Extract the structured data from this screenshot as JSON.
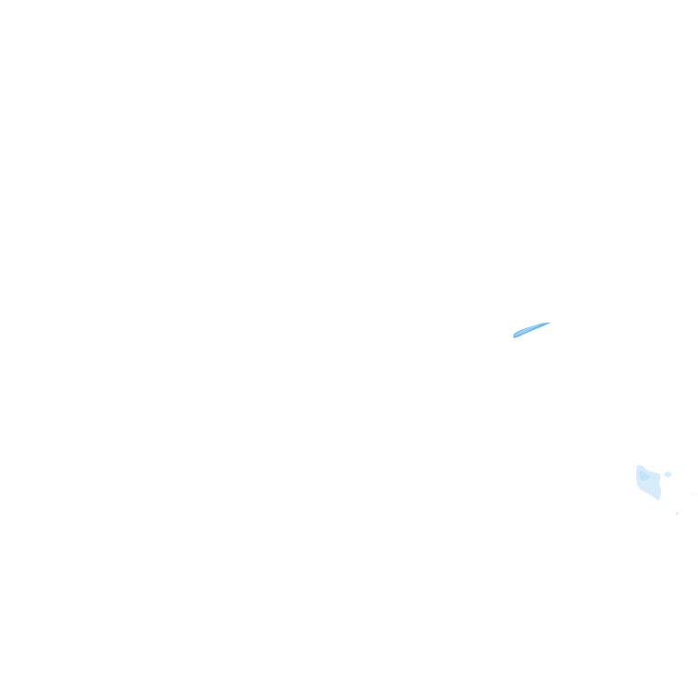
{
  "map": {
    "type": "radar-overlay",
    "background_color": "#ffffff",
    "precipitation_colors": {
      "light": "#d6ecfb",
      "medium": "#a3d4f7",
      "heavy": "#6cb8ef"
    },
    "features": [
      {
        "name": "rain-streak-center",
        "intensity": "heavy"
      },
      {
        "name": "rain-cluster-east",
        "intensity": "light"
      }
    ]
  }
}
